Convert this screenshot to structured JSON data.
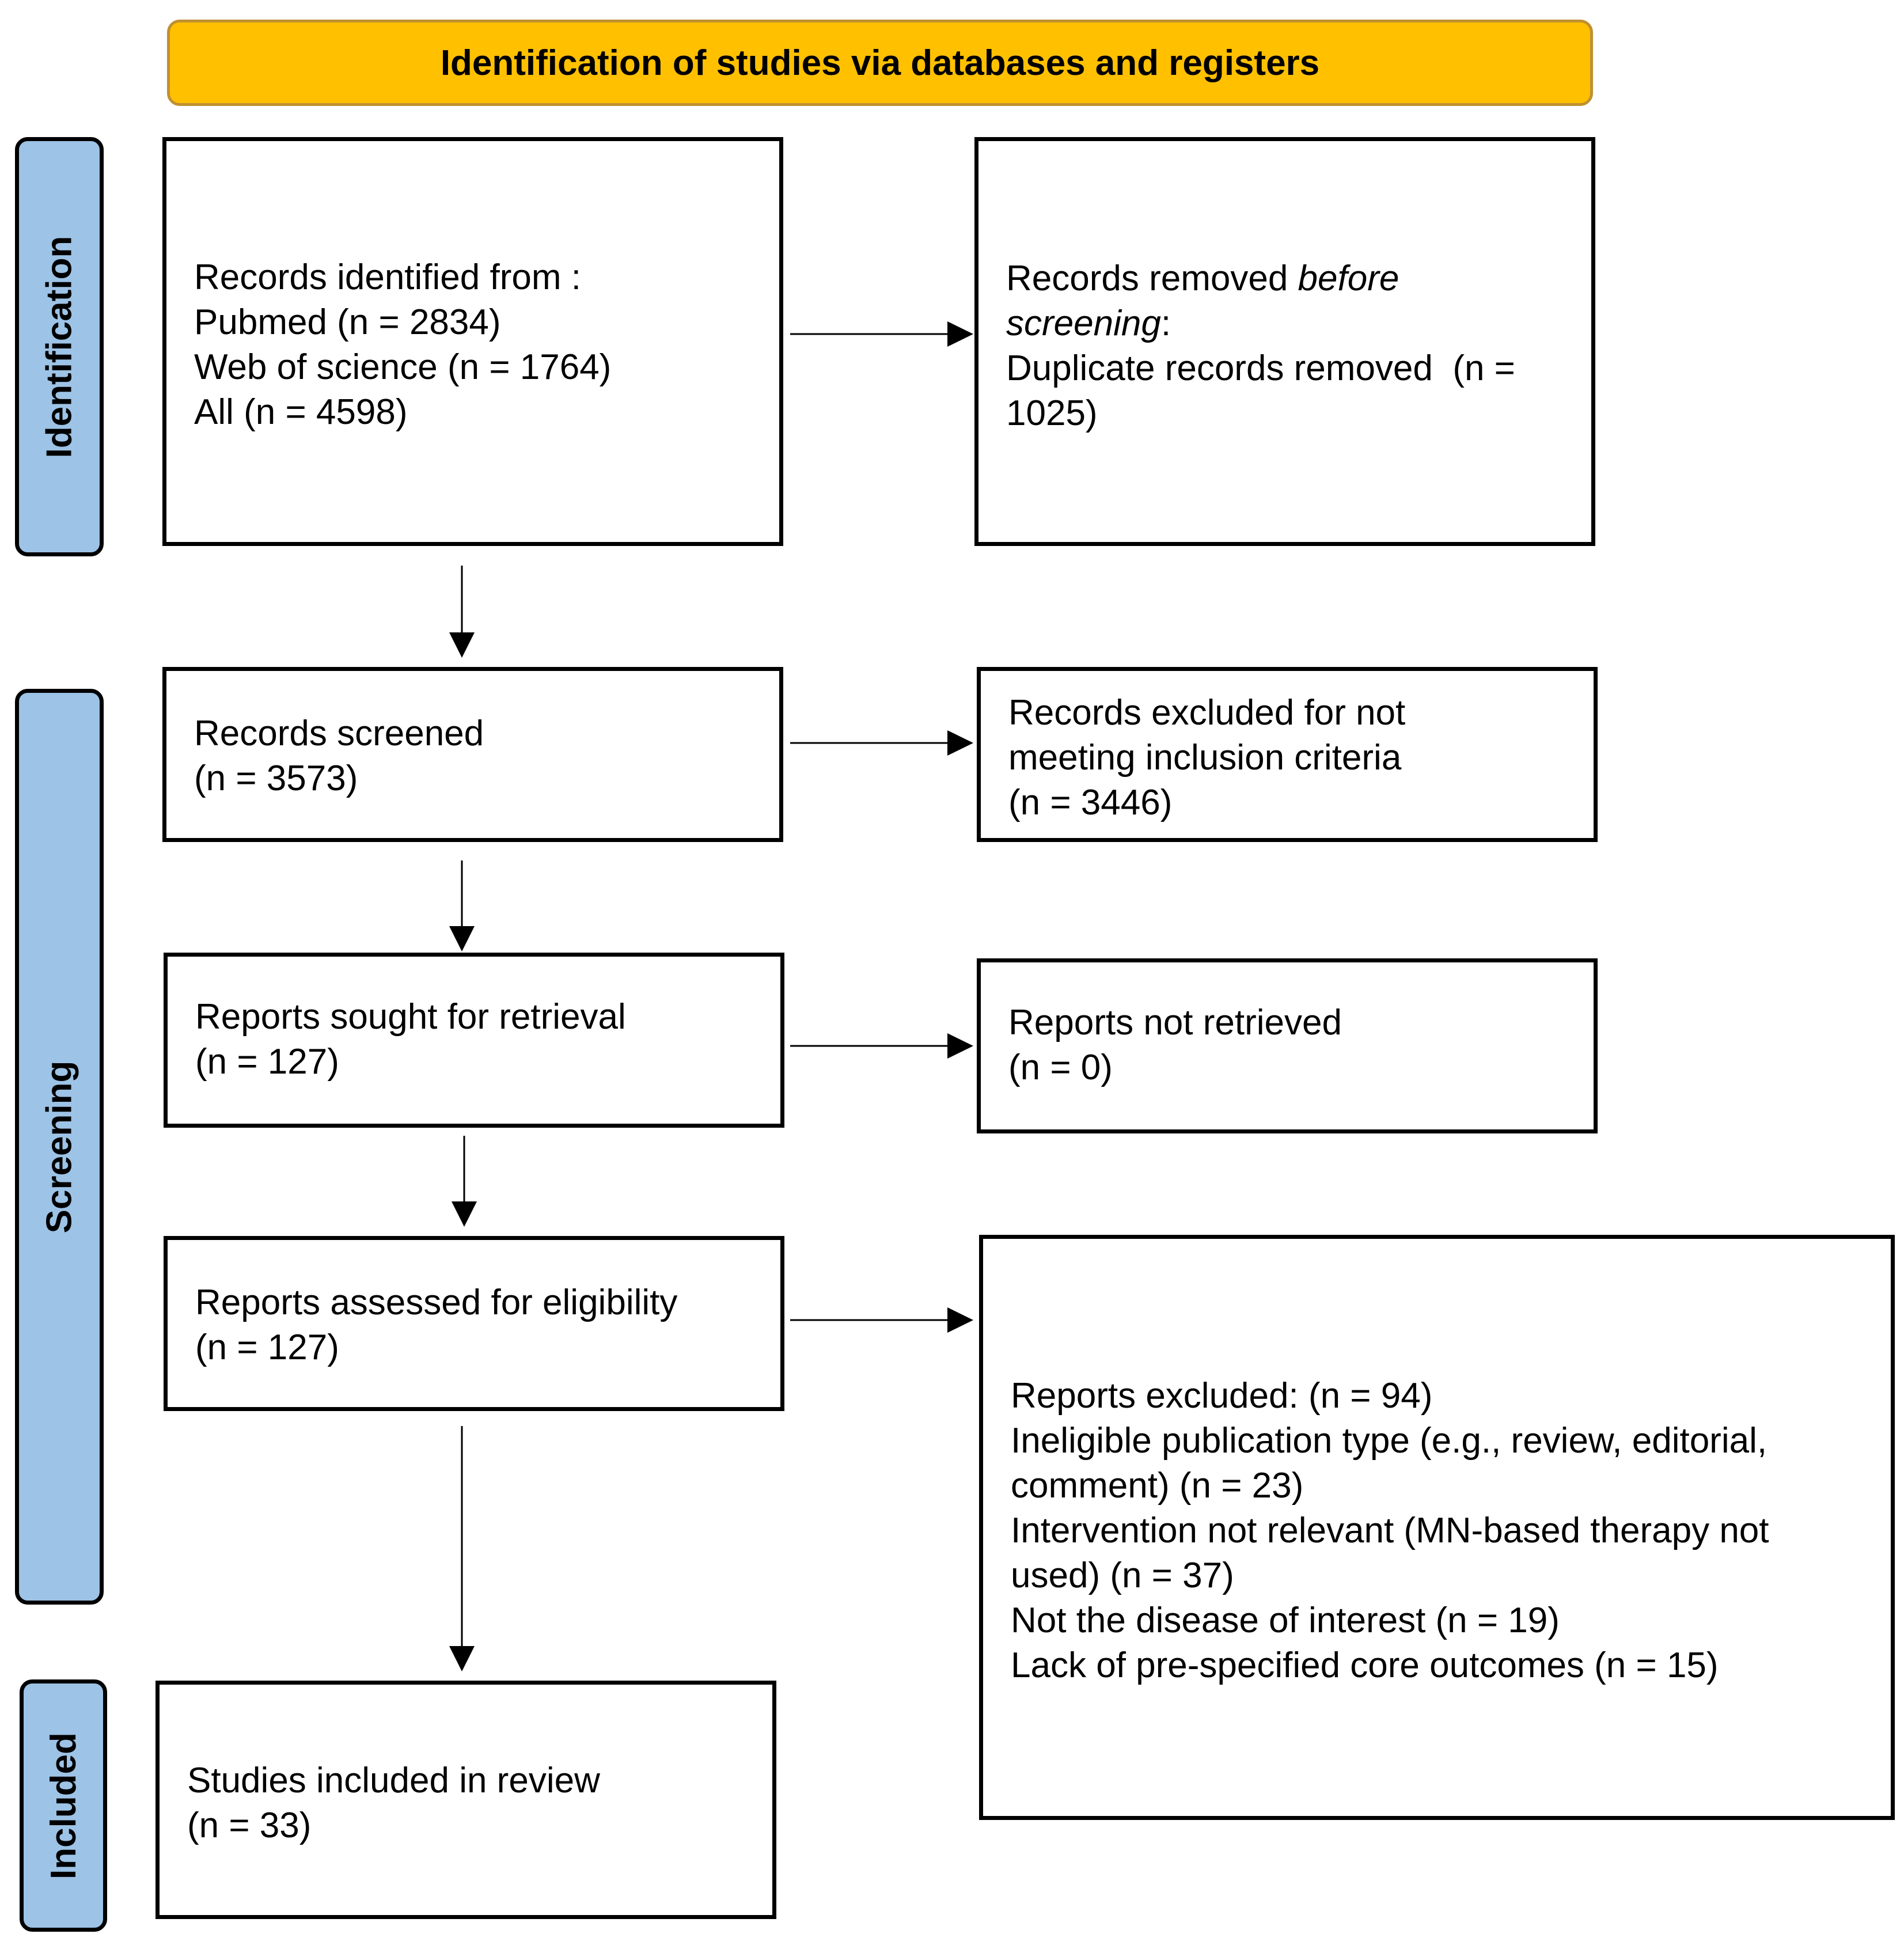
{
  "header": {
    "title": "Identification of studies via databases and registers"
  },
  "phases": {
    "identification": "Identification",
    "screening": "Screening",
    "included": "Included"
  },
  "boxes": {
    "records_identified": {
      "lines": [
        "Records identified from :",
        "Pubmed (n = 2834)",
        "Web of science (n = 1764)",
        "All (n = 4598)"
      ]
    },
    "records_removed": {
      "line1_prefix": "Records removed ",
      "line1_italic": "before",
      "line2_italic": "screening",
      "line2_suffix": ":",
      "line3": "Duplicate records removed  (n =",
      "line4": "1025)"
    },
    "records_screened": {
      "lines": [
        "Records screened",
        "(n = 3573)"
      ]
    },
    "records_excluded": {
      "lines": [
        "Records excluded for not",
        "meeting inclusion criteria",
        "(n = 3446)"
      ]
    },
    "reports_sought": {
      "lines": [
        "Reports sought for retrieval",
        "(n = 127)"
      ]
    },
    "reports_not_retrieved": {
      "lines": [
        "Reports not retrieved",
        "(n = 0)"
      ]
    },
    "reports_assessed": {
      "lines": [
        "Reports assessed for eligibility",
        "(n = 127)"
      ]
    },
    "reports_excluded": {
      "lines": [
        "Reports excluded: (n = 94)",
        "Ineligible publication type (e.g., review, editorial,",
        "comment) (n = 23)",
        "Intervention not relevant (MN-based therapy not",
        "used) (n = 37)",
        "Not the disease of interest (n = 19)",
        "Lack of pre-specified core outcomes (n = 15)"
      ]
    },
    "studies_included": {
      "lines": [
        "Studies included in review",
        "(n = 33)"
      ]
    }
  }
}
